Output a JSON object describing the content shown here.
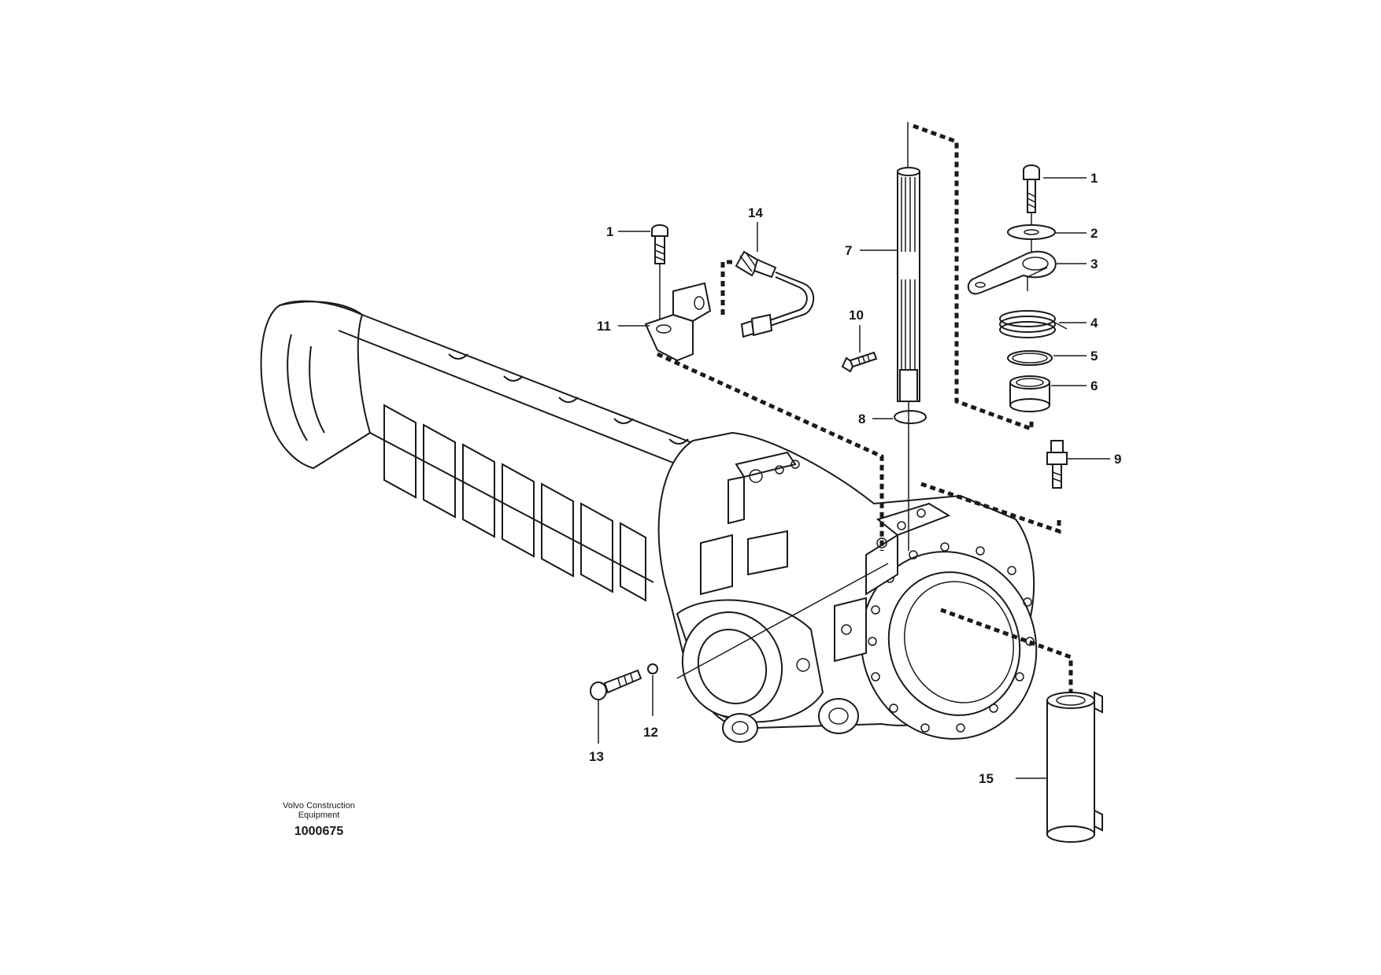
{
  "labels": {
    "l1a": "1",
    "l1b": "1",
    "l2": "2",
    "l3": "3",
    "l4": "4",
    "l5": "5",
    "l6": "6",
    "l7": "7",
    "l8": "8",
    "l9": "9",
    "l10": "10",
    "l11": "11",
    "l12": "12",
    "l13": "13",
    "l14": "14",
    "l15": "15"
  },
  "footer": {
    "company_line1": "Volvo Construction",
    "company_line2": "Equipment",
    "drawing_number": "1000675"
  }
}
